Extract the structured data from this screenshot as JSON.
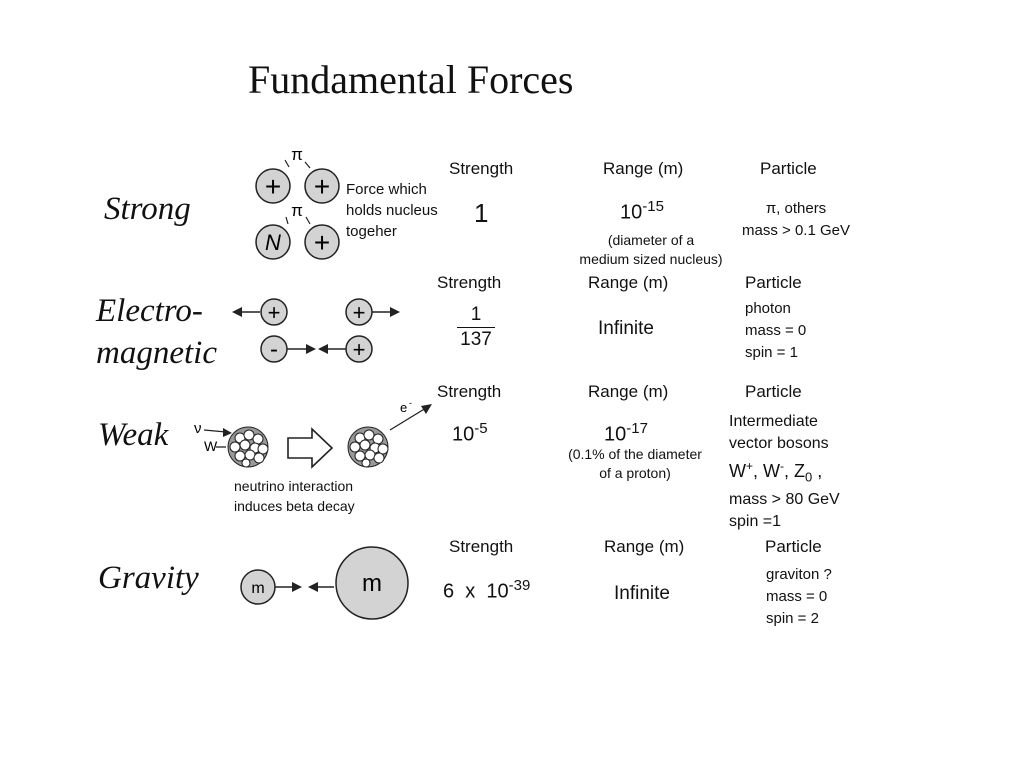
{
  "title": "Fundamental Forces",
  "headers": {
    "strength": "Strength",
    "range": "Range (m)",
    "particle": "Particle"
  },
  "strong": {
    "name": "Strong",
    "desc": [
      "Force which",
      "holds nucleus",
      "togeher"
    ],
    "pion": "π",
    "plus": "+",
    "neutron": "N",
    "strength": "1",
    "range_base": "10",
    "range_exp": "-15",
    "range_note": [
      "(diameter of a",
      "medium sized nucleus)"
    ],
    "particle": [
      "π, others",
      "mass > 0.1 GeV"
    ]
  },
  "em": {
    "name_line1": "Electro-",
    "name_line2": "magnetic",
    "plus": "+",
    "minus": "-",
    "strength_num": "1",
    "strength_den": "137",
    "range": "Infinite",
    "particle": [
      "photon",
      "mass = 0",
      "spin = 1"
    ]
  },
  "weak": {
    "name": "Weak",
    "nu": "ν",
    "w": "W",
    "electron": "e",
    "caption": [
      "neutrino interaction",
      "induces beta decay"
    ],
    "strength_base": "10",
    "strength_exp": "-5",
    "range_base": "10",
    "range_exp": "-17",
    "range_note": [
      "(0.1% of the diameter",
      "of a proton)"
    ],
    "particle": [
      "Intermediate",
      "vector bosons"
    ],
    "bosons": {
      "wplus": "W",
      "plus": "+",
      "wminus": "W",
      "minus": "-",
      "z": "Z",
      "zero": "0"
    },
    "particle_tail": [
      "mass > 80 GeV",
      "spin =1"
    ]
  },
  "gravity": {
    "name": "Gravity",
    "small_mass": "m",
    "big_mass": "m",
    "strength_prefix": "6  x  10",
    "strength_exp": "-39",
    "range": "Infinite",
    "particle": [
      "graviton ?",
      "mass = 0",
      "spin = 2"
    ]
  }
}
